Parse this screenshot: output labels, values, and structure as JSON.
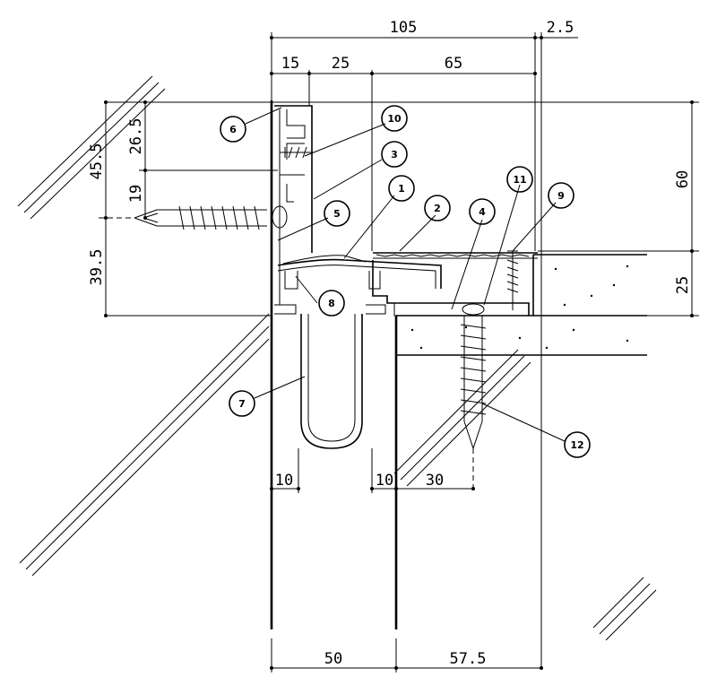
{
  "dimensions": {
    "top": [
      "105",
      "2.5",
      "15",
      "25",
      "65"
    ],
    "right": [
      "60",
      "25"
    ],
    "left": [
      "45.5",
      "26.5",
      "19",
      "39.5"
    ],
    "lower": [
      "10",
      "10",
      "30"
    ],
    "bottom": [
      "50",
      "57.5"
    ]
  },
  "callouts": [
    "1",
    "2",
    "3",
    "4",
    "5",
    "6",
    "7",
    "8",
    "9",
    "10",
    "11",
    "12"
  ]
}
